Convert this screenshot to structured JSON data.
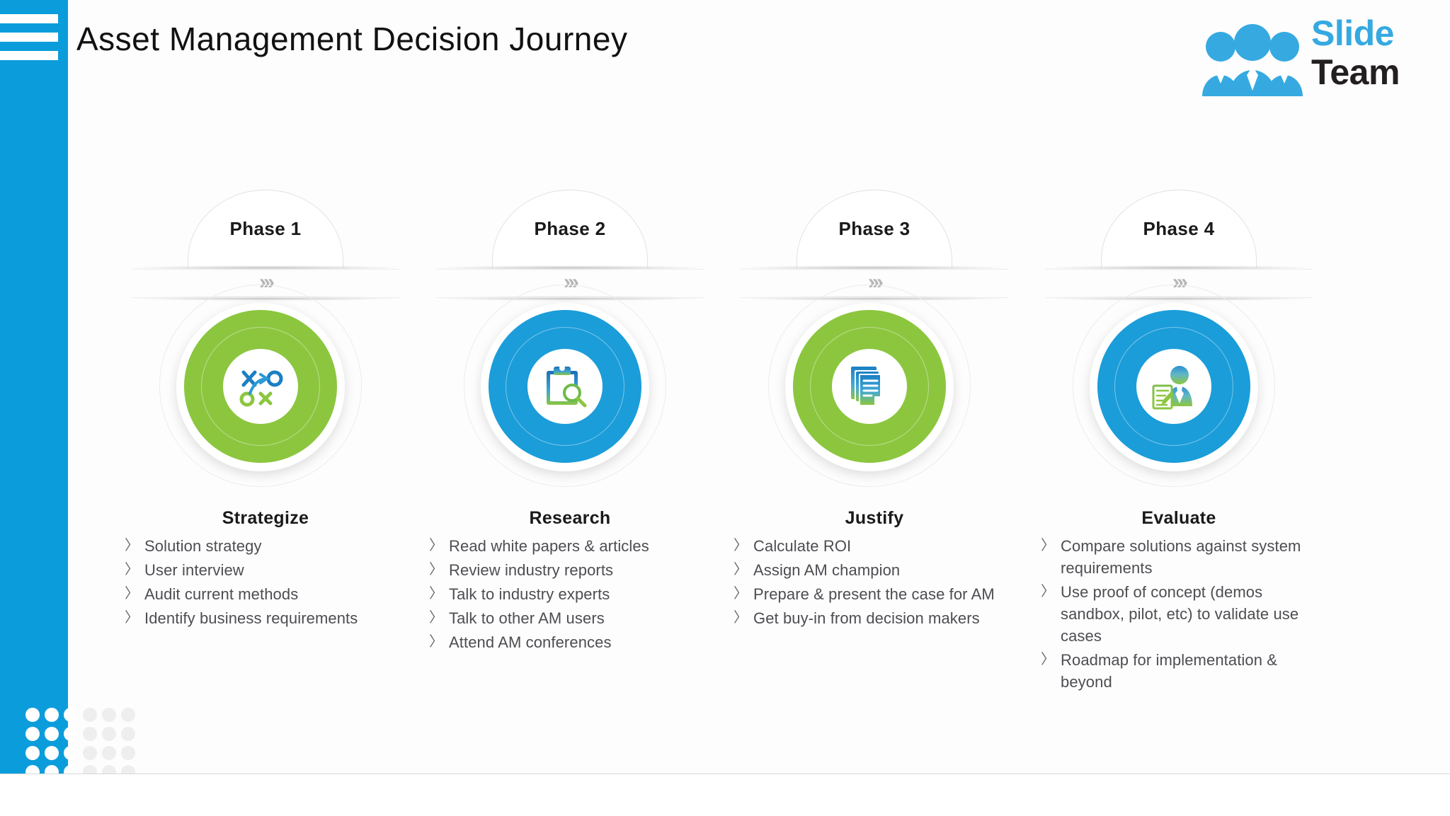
{
  "header": {
    "title": "Asset Management Decision Journey",
    "menu_icon": "hamburger-icon"
  },
  "logo": {
    "word_one": "Slide",
    "word_two": "Team",
    "mark_icon": "people-group-icon"
  },
  "colors": {
    "rail_blue": "#0b9ddb",
    "accent_blue": "#1b9dd9",
    "accent_green": "#8cc63f",
    "logo_blue": "#36a9e1",
    "logo_dark": "#231f20",
    "chevron_grey": "#b5b5b5",
    "body_text": "#4d4d52",
    "heading_text": "#1a1a1a"
  },
  "chevron_glyph": "›››",
  "bullet_glyph": "〉",
  "phases": [
    {
      "phase_label": "Phase 1",
      "heading": "Strategize",
      "disc_color": "green",
      "icon": "strategy-xo-arrow-icon",
      "bullets": [
        "Solution strategy",
        "User interview",
        "Audit current methods",
        "Identify business requirements"
      ]
    },
    {
      "phase_label": "Phase 2",
      "heading": "Research",
      "disc_color": "blue",
      "icon": "clipboard-magnifier-icon",
      "bullets": [
        "Read white papers & articles",
        "Review industry reports",
        "Talk to industry experts",
        "Talk to other AM users",
        "Attend AM conferences"
      ]
    },
    {
      "phase_label": "Phase 3",
      "heading": "Justify",
      "disc_color": "green",
      "icon": "stacked-documents-icon",
      "bullets": [
        "Calculate ROI",
        "Assign AM champion",
        "Prepare & present the case for AM",
        "Get buy-in from decision makers"
      ]
    },
    {
      "phase_label": "Phase 4",
      "heading": "Evaluate",
      "disc_color": "blue",
      "icon": "person-with-document-icon",
      "bullets": [
        "Compare solutions against system requirements",
        "Use proof of concept (demos sandbox, pilot, etc) to validate use cases",
        "Roadmap for implementation & beyond"
      ]
    }
  ]
}
